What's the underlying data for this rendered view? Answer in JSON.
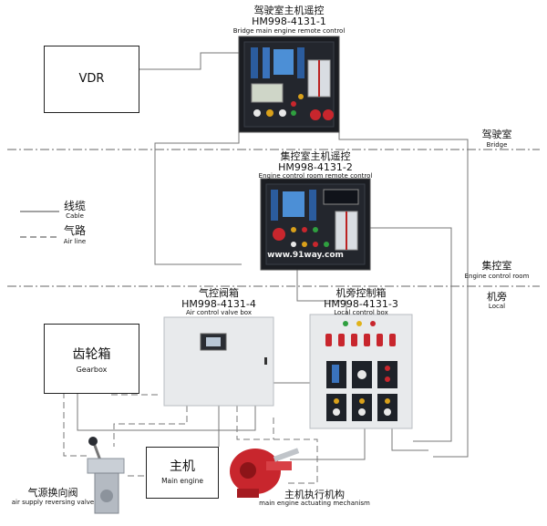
{
  "bridge_panel": {
    "title_zh": "驾驶室主机遥控",
    "code": "HM998-4131-1",
    "title_en": "Bridge main engine remote control"
  },
  "ecr_panel": {
    "title_zh": "集控室主机遥控",
    "code": "HM998-4131-2",
    "title_en": "Engine control room remote control"
  },
  "air_valve_box": {
    "title_zh": "气控阀箱",
    "code": "HM998-4131-4",
    "title_en": "Air control valve box"
  },
  "local_box": {
    "title_zh": "机旁控制箱",
    "code": "HM998-4131-3",
    "title_en": "Local control box"
  },
  "vdr": {
    "label": "VDR"
  },
  "gearbox": {
    "label_zh": "齿轮箱",
    "label_en": "Gearbox"
  },
  "main_engine": {
    "label_zh": "主机",
    "label_en": "Main engine"
  },
  "air_reversing_valve": {
    "label_zh": "气源换向阀",
    "label_en": "air supply reversing valve"
  },
  "actuator": {
    "label_zh": "主机执行机构",
    "label_en": "main engine actuating mechanism"
  },
  "zones": {
    "bridge_zh": "驾驶室",
    "bridge_en": "Bridge",
    "ecr_zh": "集控室",
    "ecr_en": "Engine control room",
    "local_zh": "机旁",
    "local_en": "Local"
  },
  "legend": {
    "cable_zh": "线缆",
    "cable_en": "Cable",
    "air_zh": "气路",
    "air_en": "Air line"
  },
  "watermark": "www.91way.com"
}
